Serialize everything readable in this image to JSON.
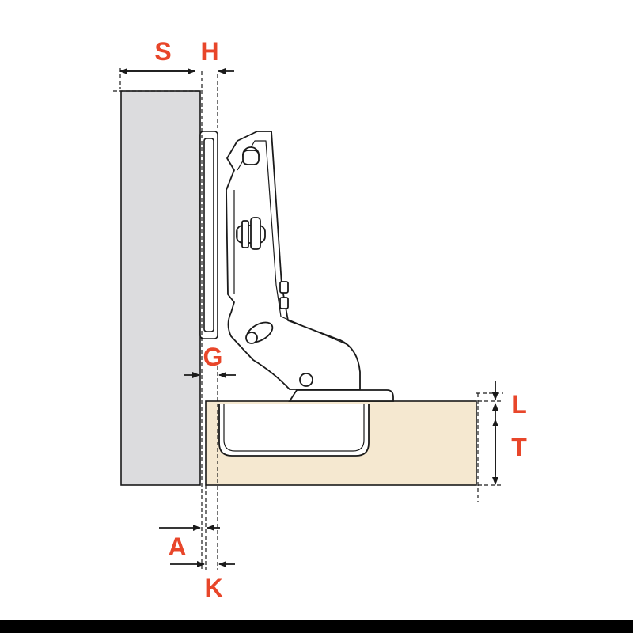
{
  "labels": {
    "S": "S",
    "H": "H",
    "G": "G",
    "L": "L",
    "T": "T",
    "A": "A",
    "K": "K"
  },
  "colors": {
    "label": "#e8462a",
    "line": "#1a1a1a",
    "side_panel": "#dcdcde",
    "door_panel": "#f5e8d0",
    "background": "#ffffff",
    "bottom_bar": "#000000"
  }
}
